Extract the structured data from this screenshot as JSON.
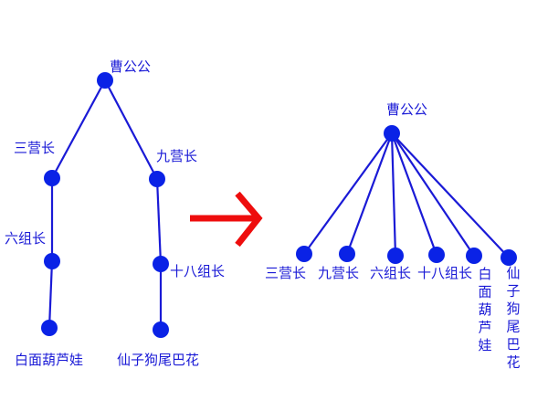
{
  "colors": {
    "edge": "#1a1ad6",
    "node": "#0a22e6",
    "arrow": "#ee0d0d"
  },
  "before": {
    "root": "曹公公",
    "left_branch": [
      "三营长",
      "六组长",
      "白面葫芦娃"
    ],
    "right_branch": [
      "九营长",
      "十八组长",
      "仙子狗尾巴花"
    ]
  },
  "after": {
    "root": "曹公公",
    "children": [
      "三营长",
      "九营长",
      "六组长",
      "十八组长",
      "白面葫芦娃",
      "仙子狗尾巴花"
    ]
  }
}
